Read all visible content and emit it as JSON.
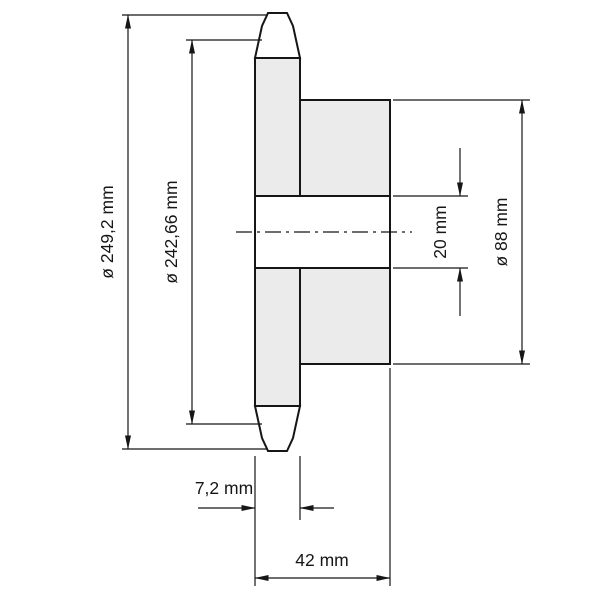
{
  "drawing": {
    "type": "sprocket-cross-section-technical-drawing",
    "labels": {
      "tip_diameter": "ø 249,2 mm",
      "pitch_diameter": "ø 242,66 mm",
      "bore_height": "20 mm",
      "hub_diameter": "ø 88 mm",
      "tooth_width": "7,2 mm",
      "hub_length": "42 mm"
    },
    "colors": {
      "line": "#161616",
      "body_fill": "#ebebeb",
      "background": "#ffffff"
    }
  }
}
